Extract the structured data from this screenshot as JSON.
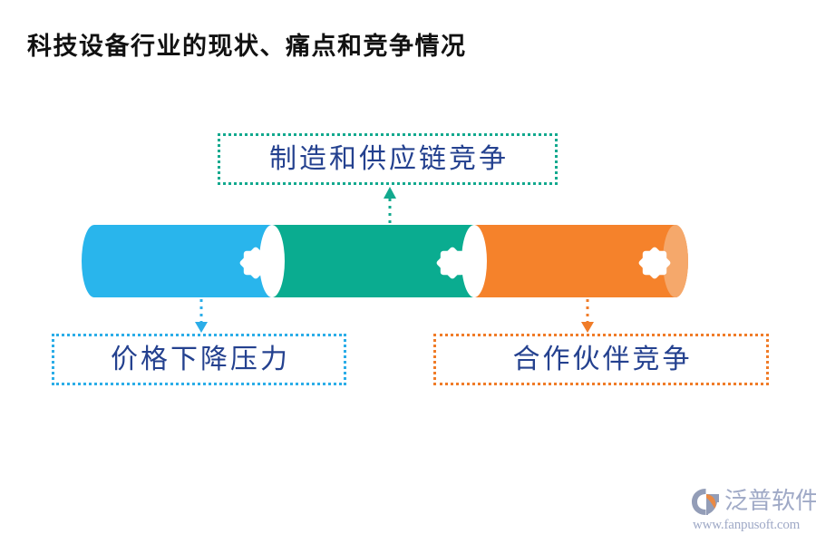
{
  "page": {
    "title": "科技设备行业的现状、痛点和竞争情况",
    "background": "#ffffff"
  },
  "colors": {
    "blue": "#29B5EC",
    "blue_dark": "#1FA7DF",
    "teal": "#0AAC90",
    "teal_dark": "#069B82",
    "orange": "#F5822B",
    "orange_cap": "#F5A86B",
    "text_navy": "#24418F",
    "title_black": "#111111",
    "watermark": "#9AA5C4",
    "logo_orange": "#E8833A",
    "logo_gray": "#8E98B4"
  },
  "diagram": {
    "type": "cylinder-3-segments",
    "segments": [
      {
        "id": "segment-blue",
        "color": "#29B5EC",
        "icon": "eight-point-star-icon",
        "callout_id": "callout-left"
      },
      {
        "id": "segment-teal",
        "color": "#0AAC90",
        "icon": "eight-point-star-icon",
        "callout_id": "callout-middle"
      },
      {
        "id": "segment-orange",
        "color": "#F5822B",
        "icon": "eight-point-star-icon",
        "callout_id": "callout-right"
      }
    ],
    "callouts": [
      {
        "id": "callout-middle",
        "label": "制造和供应链竞争",
        "border_color": "#12A98E",
        "border_style": "dotted",
        "position": "above",
        "connector": "dotted-arrow-up"
      },
      {
        "id": "callout-left",
        "label": "价格下降压力",
        "border_color": "#2BADE8",
        "border_style": "dotted",
        "position": "below",
        "connector": "dotted-arrow-down"
      },
      {
        "id": "callout-right",
        "label": "合作伙伴竞争",
        "border_color": "#F07C28",
        "border_style": "dotted",
        "position": "below",
        "connector": "dotted-arrow-down"
      }
    ]
  },
  "logo": {
    "name": "泛普软件",
    "url": "www.fanpusoft.com",
    "mark": "fanpu-swoosh-logo-icon"
  }
}
